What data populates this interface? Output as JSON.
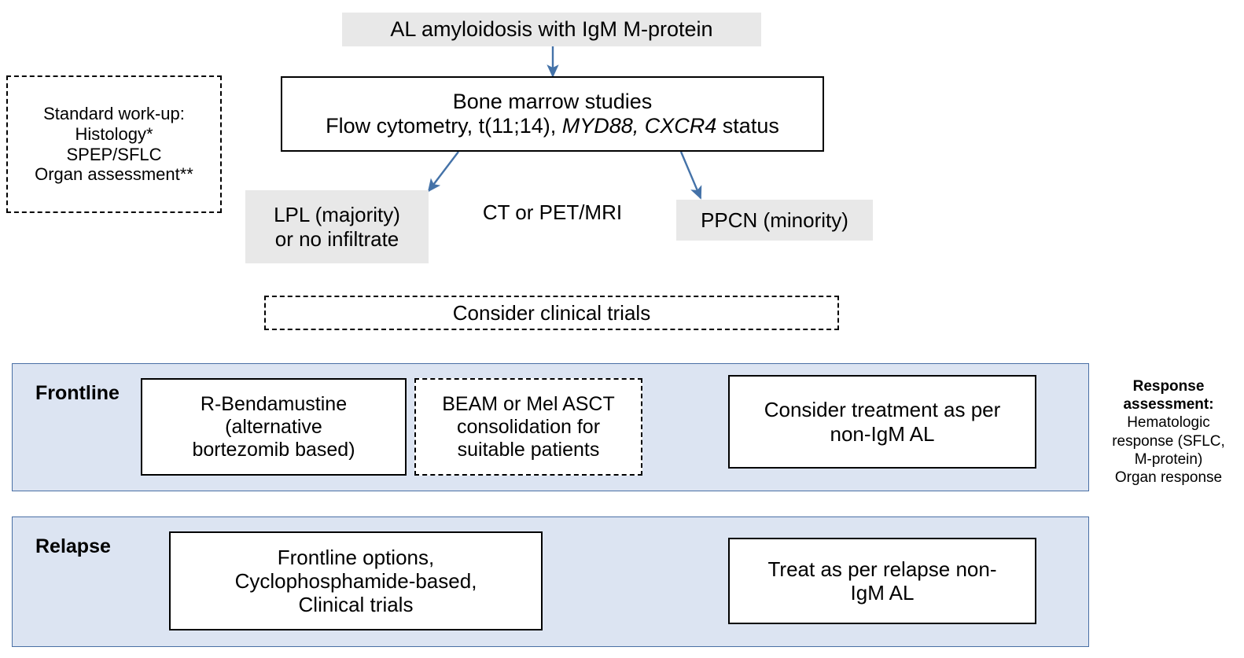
{
  "figure": {
    "type": "clinical-algorithm-flowchart",
    "colors": {
      "gray_box": "#e8e8e8",
      "band_fill": "#dce4f2",
      "band_border": "#4a6fa5",
      "arrow": "#4472a8",
      "box_border": "#000000",
      "text": "#000000"
    }
  },
  "top": {
    "diagnosis": "AL amyloidosis with IgM M-protein",
    "workup": {
      "title": "Standard work-up:",
      "line1": "Histology*",
      "line2": "SPEP/SFLC",
      "line3": "Organ assessment**"
    },
    "bone_marrow": {
      "line1": "Bone marrow studies",
      "line2_a": "Flow cytometry, t(11;14), ",
      "line2_gene1": "MYD88, CXCR4",
      "line2_b": " status"
    },
    "left_outcome": {
      "line1": "LPL (majority)",
      "line2": "or no infiltrate"
    },
    "imaging": "CT or PET/MRI",
    "right_outcome": "PPCN (minority)",
    "clinical_trials": "Consider clinical trials"
  },
  "frontline": {
    "label": "Frontline",
    "box1": {
      "line1": "R-Bendamustine",
      "line2": "(alternative",
      "line3": "bortezomib based)"
    },
    "box2": {
      "line1": "BEAM or Mel ASCT",
      "line2": "consolidation for",
      "line3": "suitable patients"
    },
    "box3": {
      "line1": "Consider treatment as per",
      "line2": "non-IgM AL"
    }
  },
  "relapse": {
    "label": "Relapse",
    "box1": {
      "line1": "Frontline options,",
      "line2": "Cyclophosphamide-based,",
      "line3": "Clinical trials"
    },
    "box2": {
      "line1": "Treat as per relapse non-",
      "line2": "IgM AL"
    }
  },
  "response": {
    "heading_line1": "Response",
    "heading_line2": "assessment:",
    "line1": "Hematologic",
    "line2": "response (SFLC,",
    "line3": "M-protein)",
    "line4": "Organ response"
  }
}
